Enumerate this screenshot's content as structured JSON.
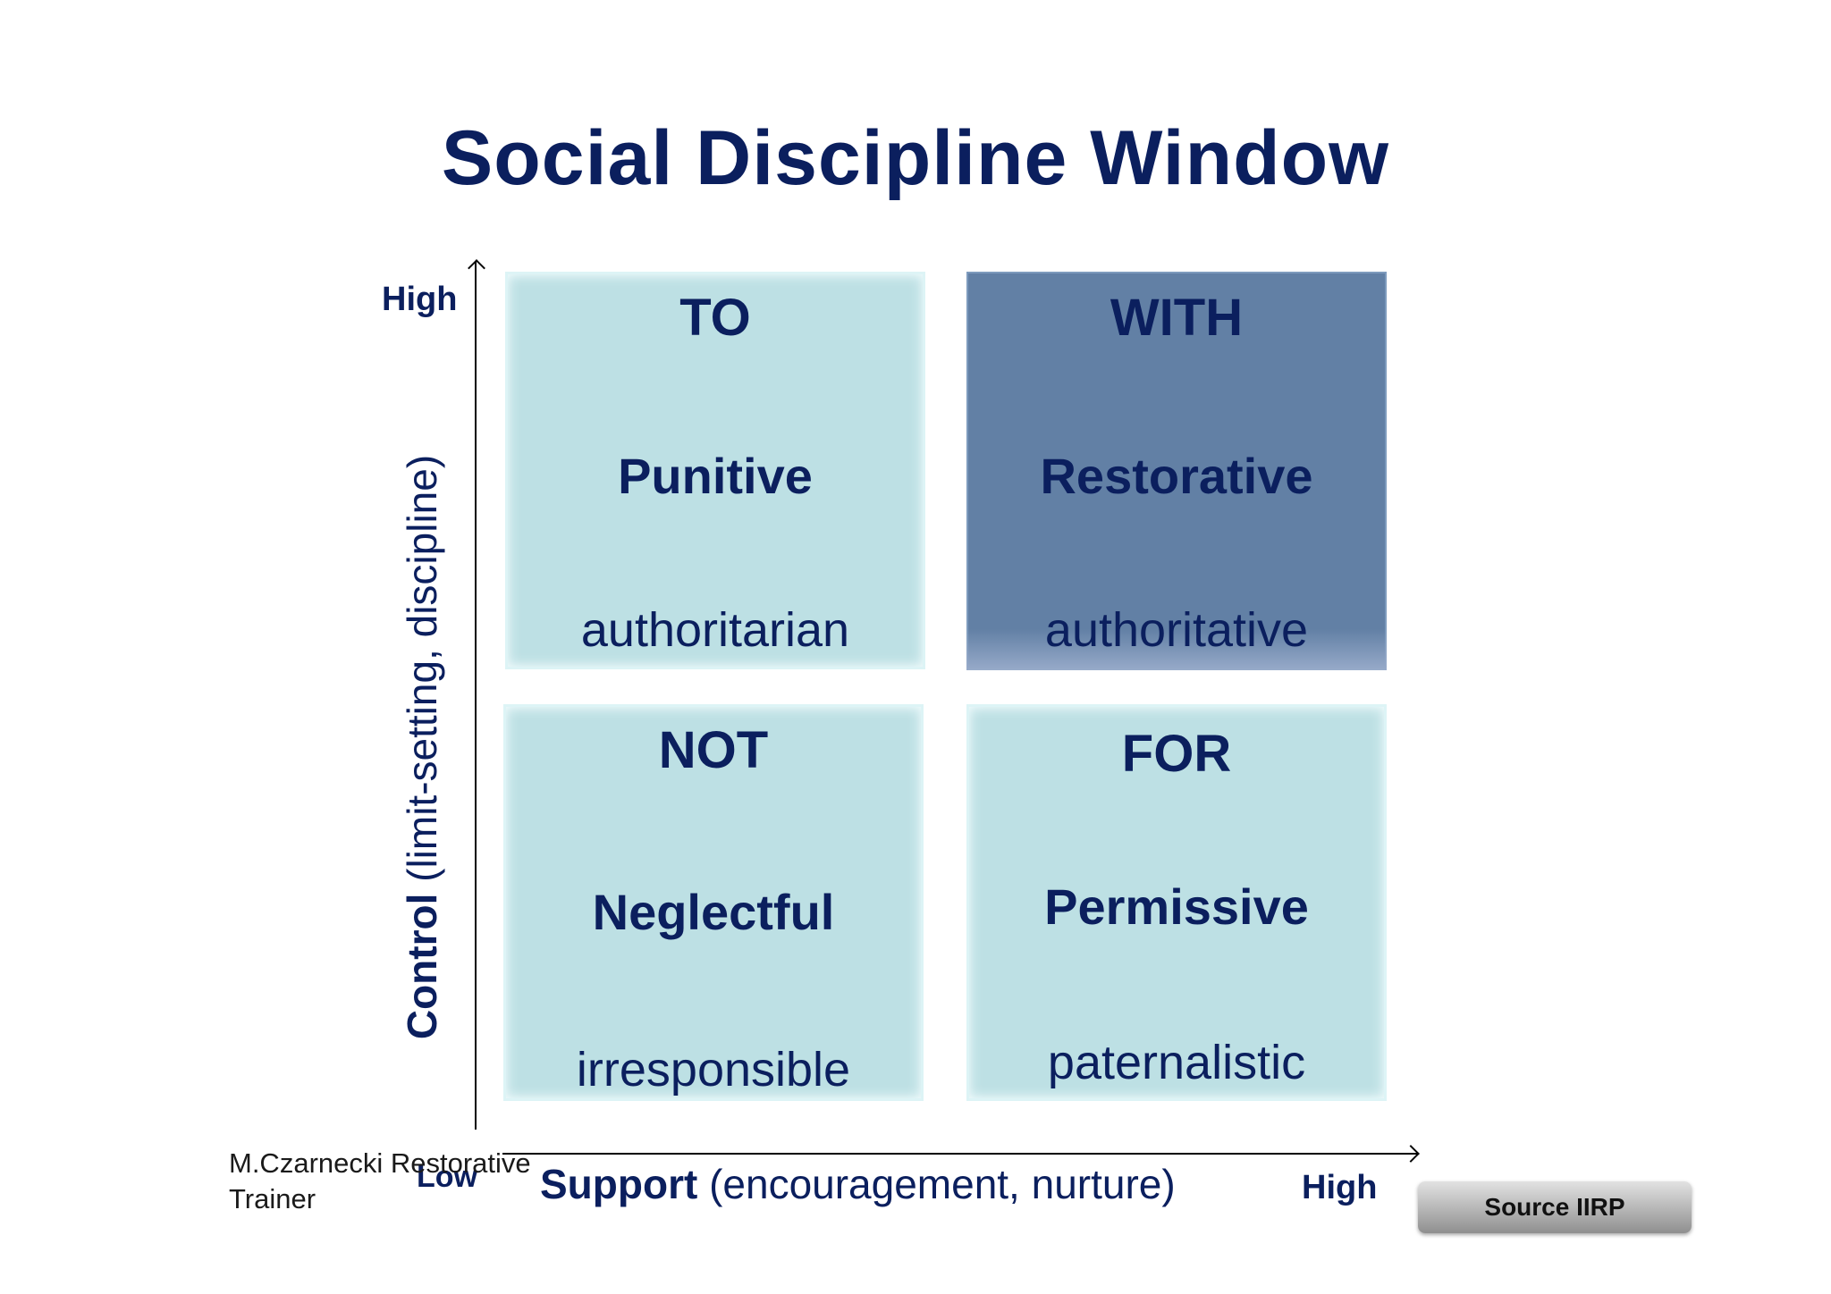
{
  "title": "Social Discipline Window",
  "axes": {
    "y_label_bold": "Control",
    "y_label_rest": "(limit-setting, discipline)",
    "y_high": "High",
    "x_label_bold": "Support",
    "x_label_rest": "(encouragement, nurture)",
    "x_low": "Low",
    "x_high": "High"
  },
  "quadrants": [
    {
      "id": "top-left",
      "head": "TO",
      "style": "Punitive",
      "desc": "authoritarian",
      "highlighted": false
    },
    {
      "id": "top-right",
      "head": "WITH",
      "style": "Restorative",
      "desc": "authoritative",
      "highlighted": true
    },
    {
      "id": "bottom-left",
      "head": "NOT",
      "style": "Neglectful",
      "desc": "irresponsible",
      "highlighted": false
    },
    {
      "id": "bottom-right",
      "head": "FOR",
      "style": "Permissive",
      "desc": "paternalistic",
      "highlighted": false
    }
  ],
  "credit": {
    "line1": "M.Czarnecki Restorative",
    "line2": "Trainer"
  },
  "source": "Source IIRP",
  "colors": {
    "text": "#0b1f5e",
    "cell_light": "#bde0e4",
    "cell_highlight": "#6280a5"
  }
}
